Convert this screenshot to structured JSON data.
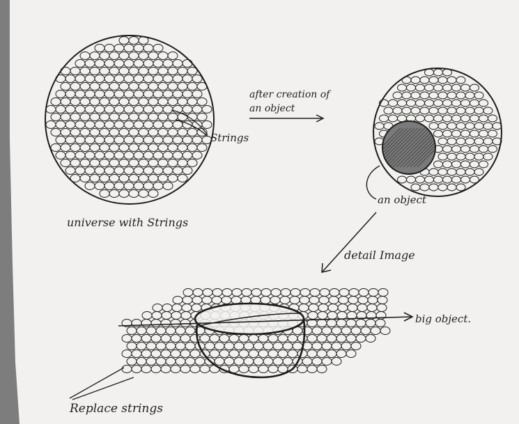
{
  "colors": {
    "paper": "#f2f1ef",
    "paper_edge": "#7d7d7d",
    "ink": "#1c1c1c",
    "shading": "#6c6c6c"
  },
  "labels": {
    "strings": "Strings",
    "universe_caption": "universe with Strings",
    "after_creation_line1": "after creation of",
    "after_creation_line2": "an object",
    "an_object": "an object",
    "detail_image": "detail Image",
    "big_object": "big object.",
    "replace_strings": "Replace strings"
  }
}
